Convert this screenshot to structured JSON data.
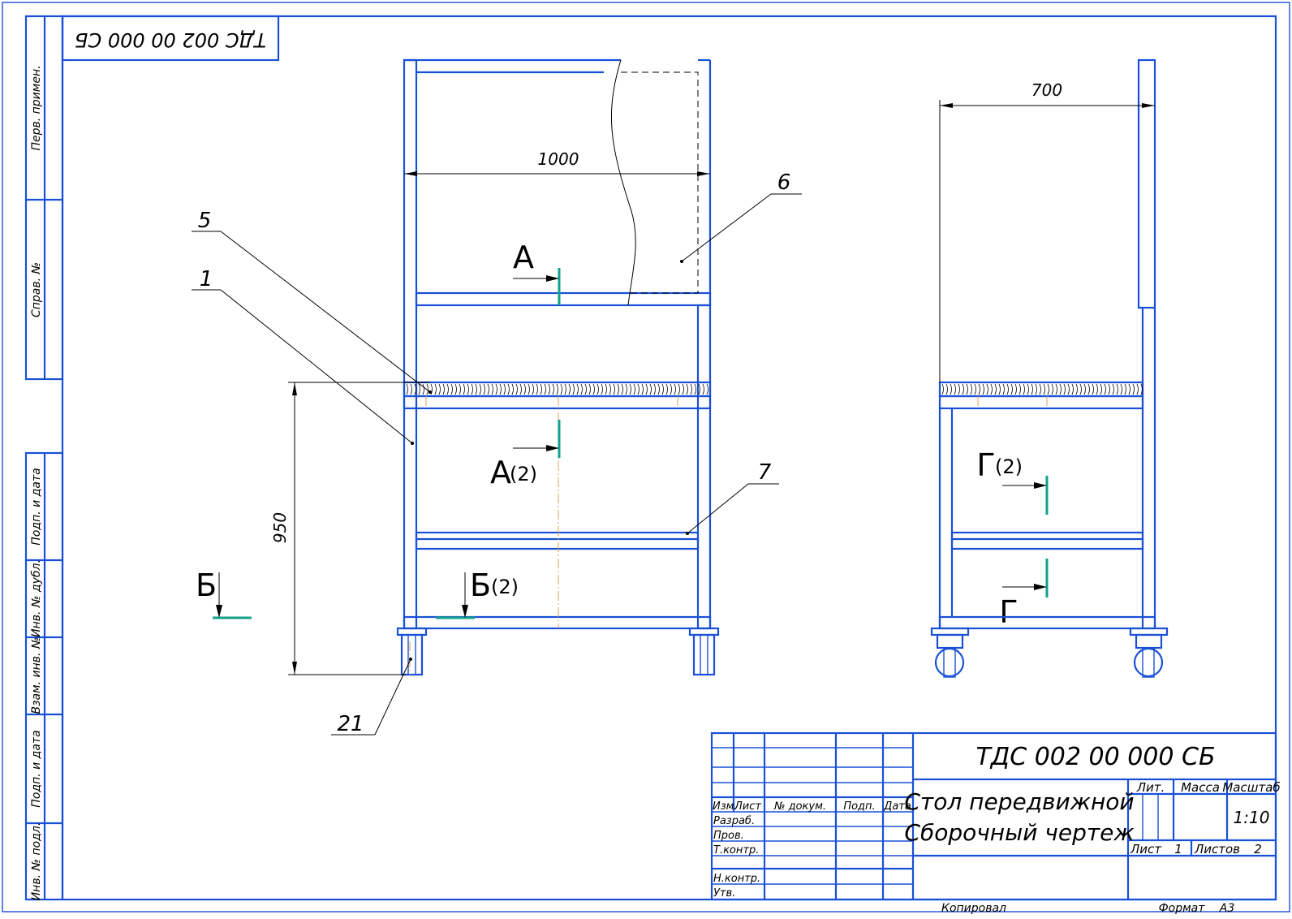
{
  "corner_stamp": "ТДС 002 00 000 СБ",
  "side_stamp": {
    "perv_primen": "Перв. примен.",
    "sprav_no": "Справ. №",
    "podp_data_1": "Подп. и дата",
    "inv_dubl": "Инв. № дубл.",
    "vzam_inv": "Взам. инв. №",
    "podp_data_2": "Подп. и дата",
    "inv_podl": "Инв. № подл."
  },
  "dimensions": {
    "width_front": "1000",
    "width_side": "700",
    "height": "950"
  },
  "leaders": {
    "p1": "1",
    "p5": "5",
    "p6": "6",
    "p7": "7",
    "p21": "21"
  },
  "sections": {
    "a": "А",
    "a2_letter": "А",
    "a2_sheet": "(2)",
    "b": "Б",
    "b2_letter": "Б",
    "b2_sheet": "(2)",
    "g2_letter": "Г",
    "g2_sheet": "(2)",
    "g": "Г"
  },
  "title_block": {
    "designation": "ТДС 002 00 000 СБ",
    "name_line1": "Стол передвижной",
    "name_line2": "Сборочный чертеж",
    "col_izm": "Изм.",
    "col_list": "Лист",
    "col_doc": "№ докум.",
    "col_podp": "Подп.",
    "col_data": "Дата",
    "row_razrab": "Разраб.",
    "row_prov": "Пров.",
    "row_tkontr": "Т.контр.",
    "row_nkontr": "Н.контр.",
    "row_utv": "Утв.",
    "lit_label": "Лит.",
    "massa_label": "Масса",
    "masshtab_label": "Масштаб",
    "scale": "1:10",
    "sheet_label": "Лист",
    "sheet_value": "1",
    "sheets_label": "Листов",
    "sheets_value": "2"
  },
  "footer": {
    "kopiroval": "Копировал",
    "format_label": "Формат",
    "format_value": "А3"
  },
  "colors": {
    "frame": "#1a50d8",
    "section_marks": "#12a08a",
    "axis_lines": "#e0a050"
  }
}
